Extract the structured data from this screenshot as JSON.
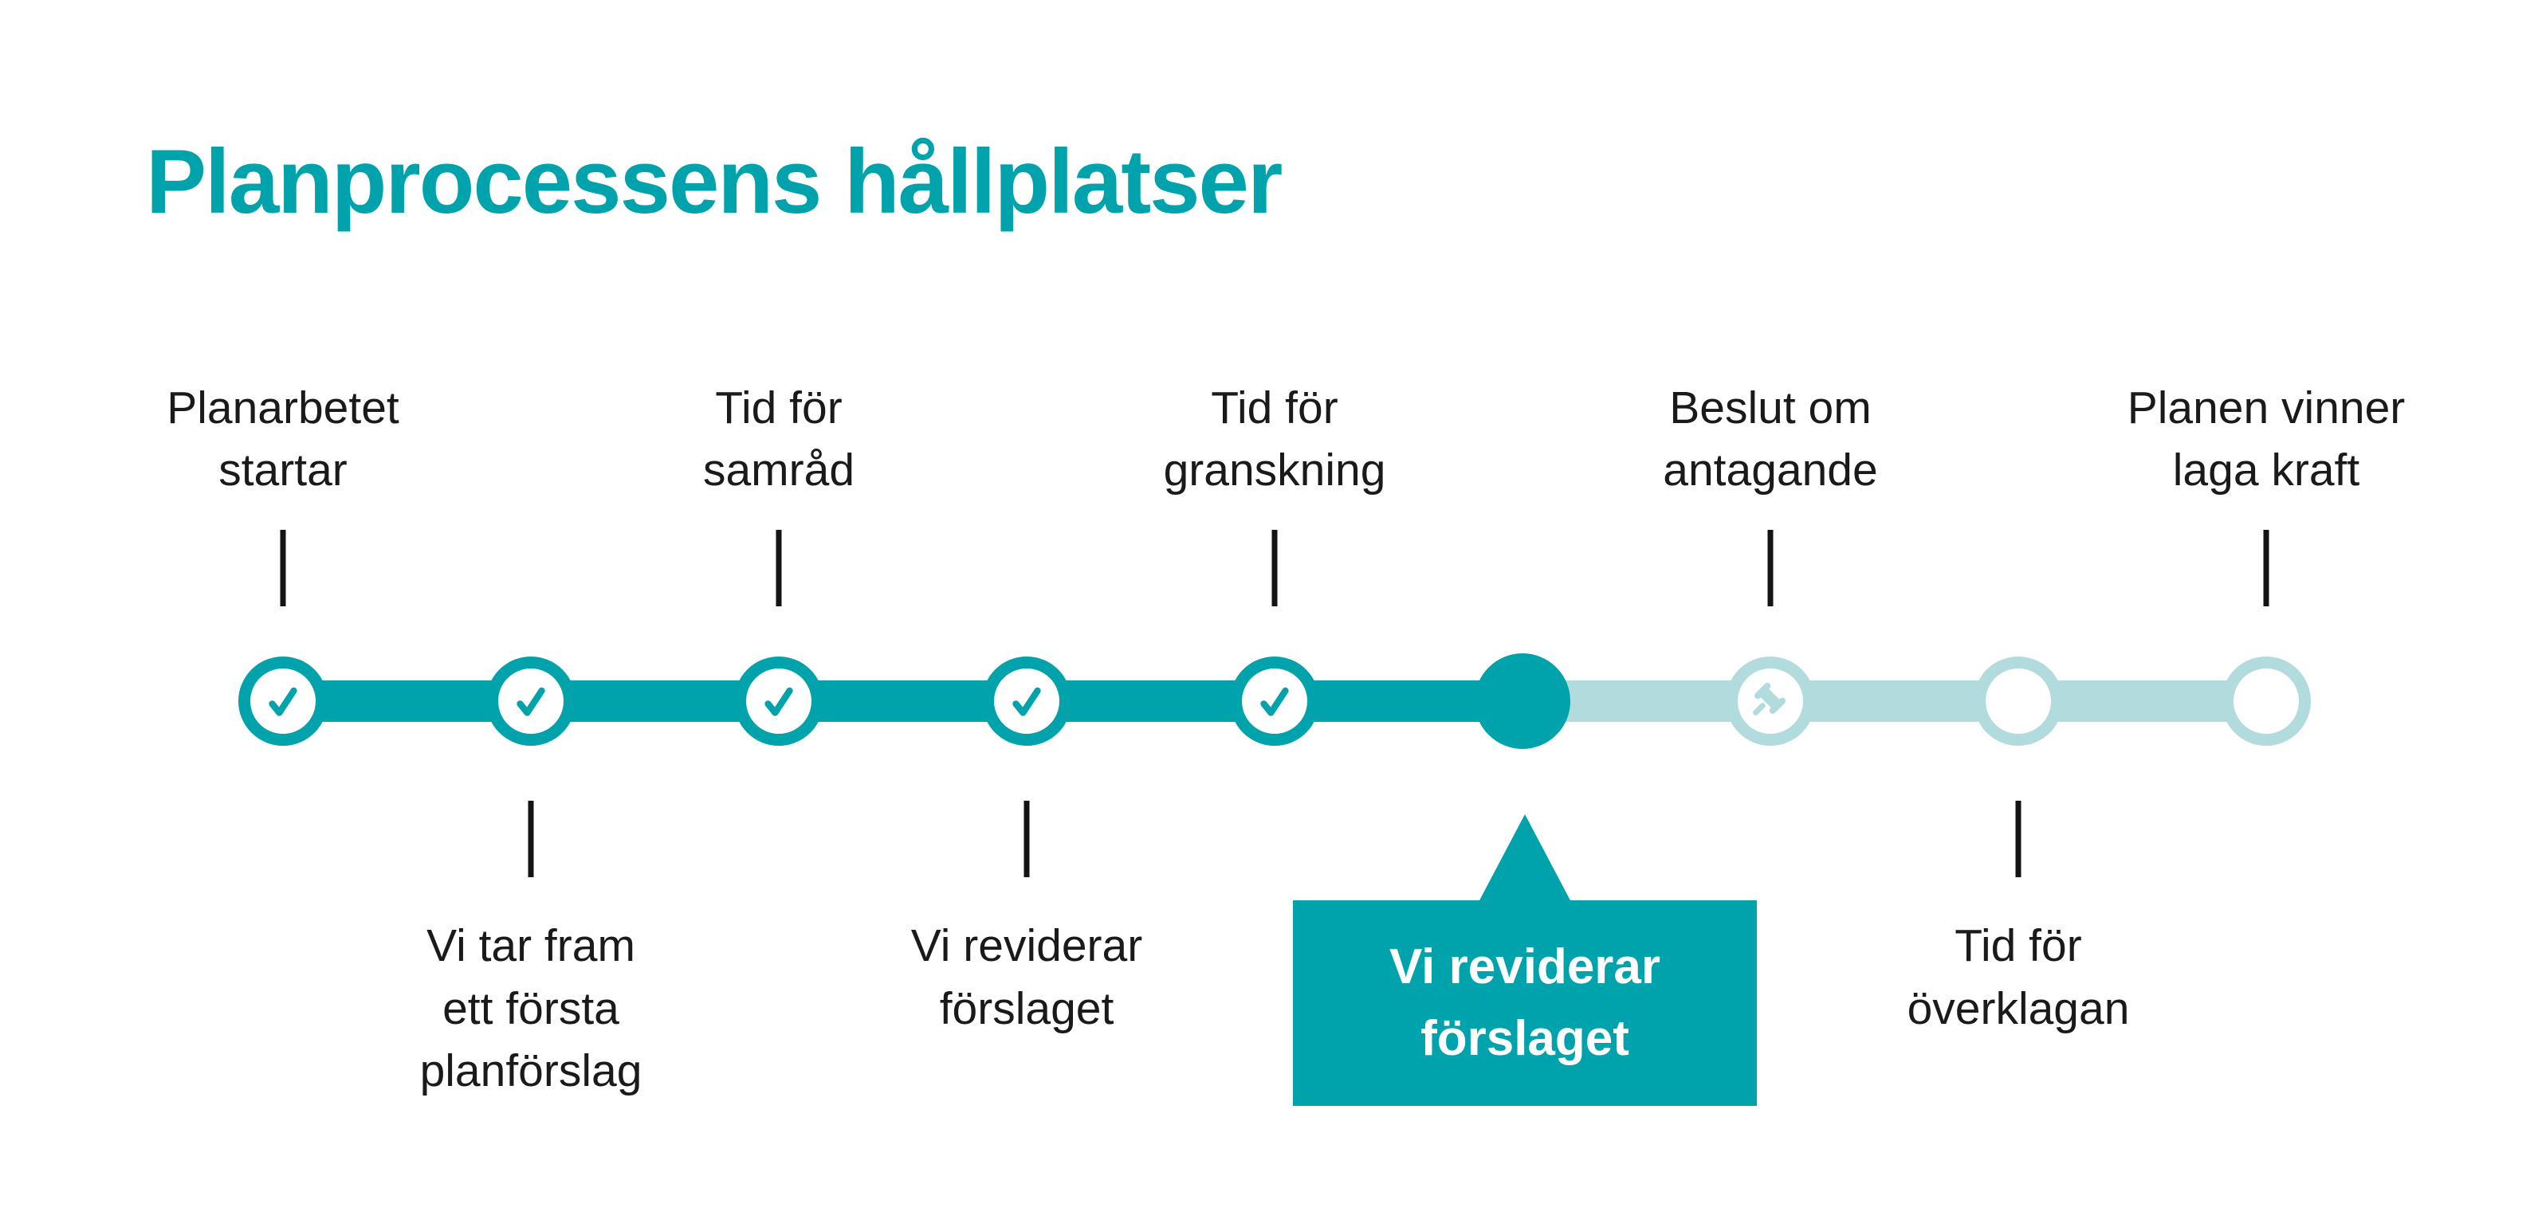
{
  "title": "Planprocessens hållplatser",
  "colors": {
    "teal": "#00A2AB",
    "light_teal": "#B2DBDD",
    "text_black": "#1a1a1a",
    "background": "#ffffff"
  },
  "timeline": {
    "steps": [
      {
        "id": 1,
        "status": "completed",
        "icon": "check-icon",
        "label_top": "Planarbetet\nstartar"
      },
      {
        "id": 2,
        "status": "completed",
        "icon": "check-icon",
        "label_bottom": "Vi tar fram\nett första\nplanförslag"
      },
      {
        "id": 3,
        "status": "completed",
        "icon": "check-icon",
        "label_top": "Tid för\nsamråd"
      },
      {
        "id": 4,
        "status": "completed",
        "icon": "check-icon",
        "label_bottom": "Vi reviderar\nförslaget"
      },
      {
        "id": 5,
        "status": "completed",
        "icon": "check-icon",
        "label_top": "Tid för\ngranskning"
      },
      {
        "id": 6,
        "status": "current",
        "icon": "none",
        "callout": "Vi reviderar\nförslaget"
      },
      {
        "id": 7,
        "status": "upcoming",
        "icon": "gavel-icon",
        "label_top": "Beslut om\nantagande"
      },
      {
        "id": 8,
        "status": "upcoming",
        "icon": "none",
        "label_bottom": "Tid för\növerklagan"
      },
      {
        "id": 9,
        "status": "upcoming",
        "icon": "none",
        "label_top": "Planen vinner\nlaga kraft"
      }
    ]
  }
}
